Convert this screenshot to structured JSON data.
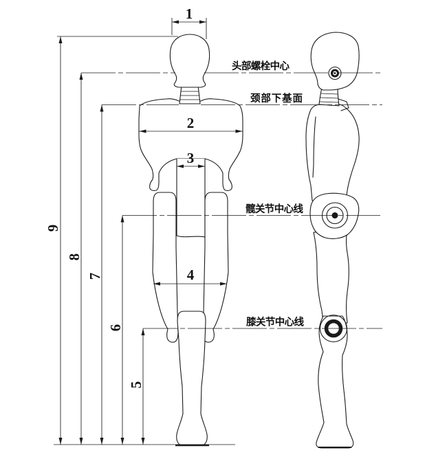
{
  "drawing": {
    "background": "#ffffff",
    "line_color": "#1a1a1a",
    "views": [
      "front-view-dummy",
      "side-view-dummy"
    ],
    "reference_lines": {
      "head_bolt_center": "头部螺栓中心",
      "neck_lower_base": "颈部下基面",
      "hip_joint_centerline": "髋关节中心线",
      "knee_joint_centerline": "膝关节中心线"
    },
    "dimensions": {
      "d1": "1",
      "d2": "2",
      "d3": "3",
      "d4": "4",
      "d5": "5",
      "d6": "6",
      "d7": "7",
      "d8": "8",
      "d9": "9"
    }
  }
}
